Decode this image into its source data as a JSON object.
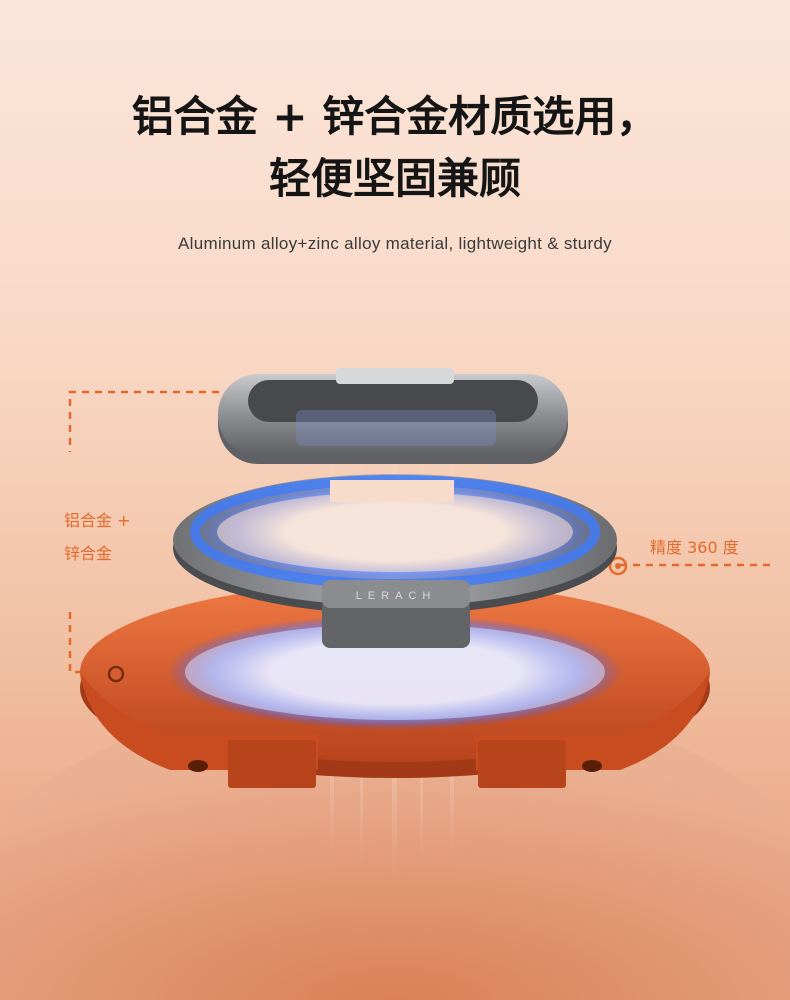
{
  "headline": {
    "line1": "铝合金 + 锌合金材质选用，",
    "line2": "轻便坚固兼顾"
  },
  "subtitle": "Aluminum alloy+zinc alloy material, lightweight & sturdy",
  "callouts": {
    "left": {
      "line1": "铝合金 +",
      "line2": "锌合金"
    },
    "right": "精度 360 度"
  },
  "product": {
    "brand_mark": "LERACH"
  },
  "colors": {
    "accent": "#e46a2c",
    "ring_metal": "#8a8c90",
    "glow_blue": "#3d7bff",
    "orange_plate": "#e2582a"
  }
}
